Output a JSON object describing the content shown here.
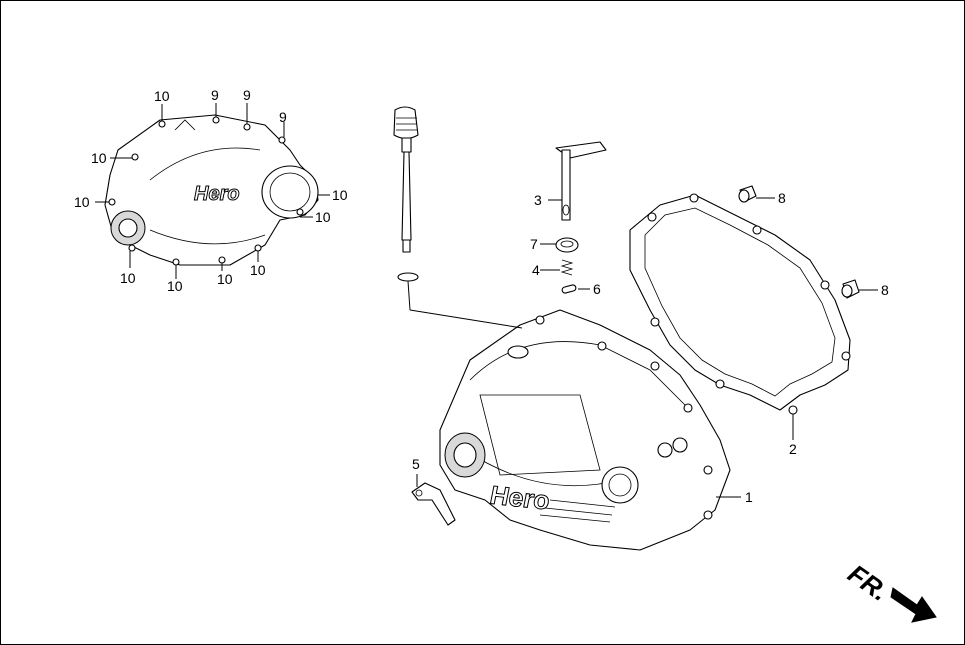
{
  "diagram": {
    "callouts": [
      {
        "id": "c1",
        "label": "1"
      },
      {
        "id": "c2",
        "label": "2"
      },
      {
        "id": "c3",
        "label": "3"
      },
      {
        "id": "c4",
        "label": "4"
      },
      {
        "id": "c5",
        "label": "5"
      },
      {
        "id": "c6",
        "label": "6"
      },
      {
        "id": "c7",
        "label": "7"
      },
      {
        "id": "c8a",
        "label": "8"
      },
      {
        "id": "c8b",
        "label": "8"
      },
      {
        "id": "c9a",
        "label": "9"
      },
      {
        "id": "c9b",
        "label": "9"
      },
      {
        "id": "c9c",
        "label": "9"
      },
      {
        "id": "c10a",
        "label": "10"
      },
      {
        "id": "c10b",
        "label": "10"
      },
      {
        "id": "c10c",
        "label": "10"
      },
      {
        "id": "c10d",
        "label": "10"
      },
      {
        "id": "c10e",
        "label": "10"
      },
      {
        "id": "c10f",
        "label": "10"
      },
      {
        "id": "c10g",
        "label": "10"
      },
      {
        "id": "c10h",
        "label": "10"
      },
      {
        "id": "c10i",
        "label": "10"
      }
    ],
    "brand_text": "Hero",
    "direction_label": "FR."
  }
}
